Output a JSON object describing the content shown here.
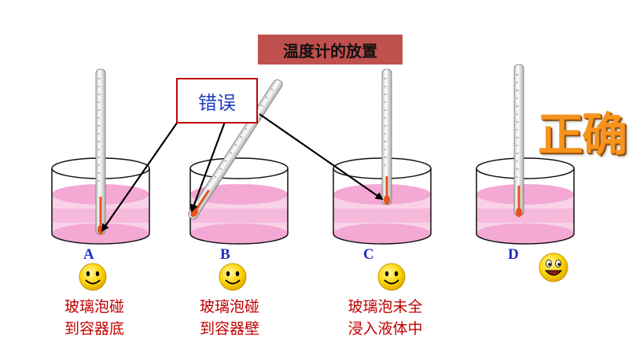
{
  "title": "温度计的放置",
  "error_label": "错误",
  "correct_label": "正确",
  "beakers": [
    {
      "letter": "A",
      "caption_line1": "玻璃泡碰",
      "caption_line2": "到容器底"
    },
    {
      "letter": "B",
      "caption_line1": "玻璃泡碰",
      "caption_line2": "到容器壁"
    },
    {
      "letter": "C",
      "caption_line1": "玻璃泡未全",
      "caption_line2": "浸入液体中"
    },
    {
      "letter": "D",
      "caption_line1": "",
      "caption_line2": ""
    }
  ],
  "colors": {
    "title_bg": "#c0504d",
    "error_border": "#c00000",
    "error_text": "#1f3fbf",
    "liquid": "#f4a8d4",
    "liquid_light": "#f9d2e8",
    "bulb": "#e8501e",
    "correct_text": "#f7941d",
    "caption": "#c00000",
    "letter": "#1f2fbf",
    "smiley": "#ffd400"
  }
}
